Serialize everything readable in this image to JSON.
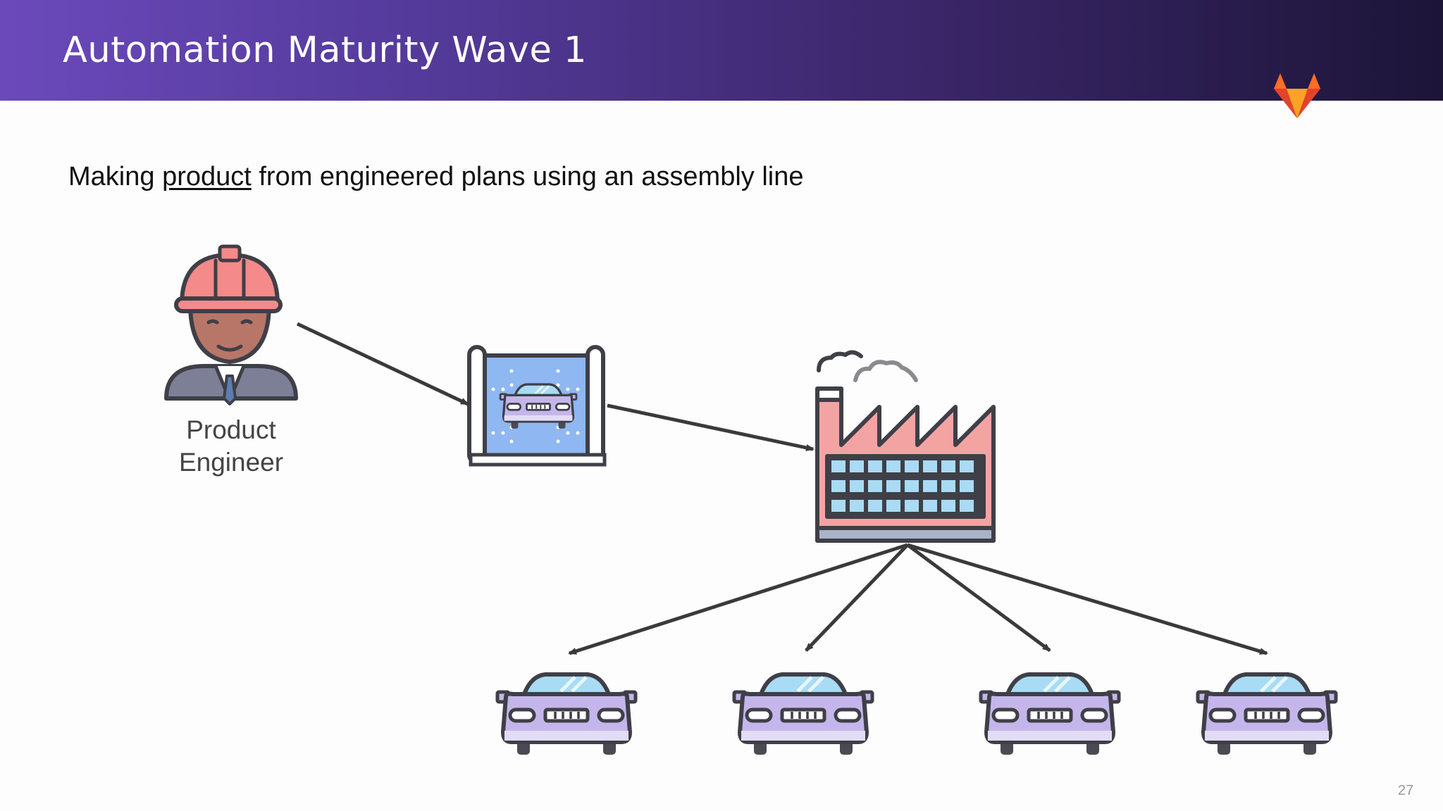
{
  "slide": {
    "title": "Automation Maturity Wave 1",
    "subtitle_before": "Making ",
    "subtitle_underlined": "product",
    "subtitle_after": " from engineered plans using an assembly line",
    "page_number": "27"
  },
  "diagram": {
    "engineer_label_line1": "Product",
    "engineer_label_line2": "Engineer",
    "nodes": [
      "engineer-icon",
      "car-blueprint-icon",
      "factory-icon",
      "car-icon",
      "car-icon",
      "car-icon",
      "car-icon"
    ],
    "edges": [
      {
        "from": "engineer-icon",
        "to": "car-blueprint-icon"
      },
      {
        "from": "car-blueprint-icon",
        "to": "factory-icon"
      },
      {
        "from": "factory-icon",
        "to": "car-icon-1"
      },
      {
        "from": "factory-icon",
        "to": "car-icon-2"
      },
      {
        "from": "factory-icon",
        "to": "car-icon-3"
      },
      {
        "from": "factory-icon",
        "to": "car-icon-4"
      }
    ]
  },
  "colors": {
    "header_start": "#6b49bb",
    "header_end": "#1c1538",
    "helmet": "#f48a8a",
    "skin": "#b87668",
    "car_body": "#c4b6ea",
    "glass": "#a9dbf4",
    "blueprint": "#8fb7f1",
    "factory": "#f4a3a3",
    "outline": "#3f3f47",
    "logo_orange": "#fc6d26"
  }
}
